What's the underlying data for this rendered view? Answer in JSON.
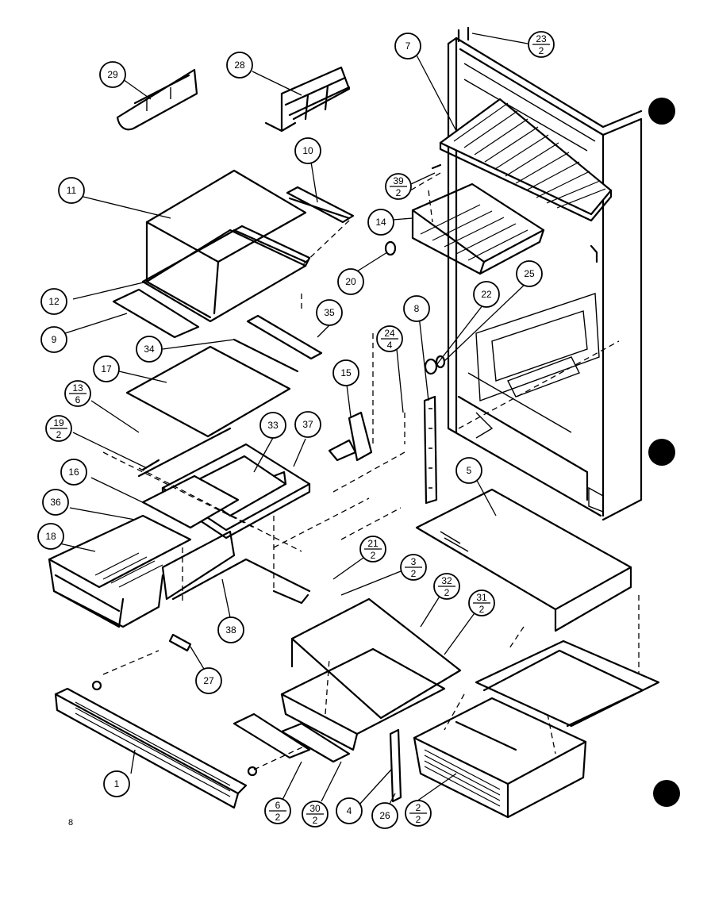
{
  "page_number": "8",
  "callouts": [
    {
      "id": "c-29",
      "num": "29"
    },
    {
      "id": "c-28",
      "num": "28"
    },
    {
      "id": "c-10",
      "num": "10"
    },
    {
      "id": "c-11",
      "num": "11"
    },
    {
      "id": "c-12",
      "num": "12"
    },
    {
      "id": "c-9",
      "num": "9"
    },
    {
      "id": "c-35",
      "num": "35"
    },
    {
      "id": "c-34",
      "num": "34"
    },
    {
      "id": "c-17",
      "num": "17"
    },
    {
      "id": "c-13-6",
      "num": "13",
      "den": "6"
    },
    {
      "id": "c-19-2",
      "num": "19",
      "den": "2"
    },
    {
      "id": "c-15",
      "num": "15"
    },
    {
      "id": "c-33",
      "num": "33"
    },
    {
      "id": "c-37",
      "num": "37"
    },
    {
      "id": "c-16",
      "num": "16"
    },
    {
      "id": "c-36",
      "num": "36"
    },
    {
      "id": "c-18",
      "num": "18"
    },
    {
      "id": "c-38",
      "num": "38"
    },
    {
      "id": "c-27",
      "num": "27"
    },
    {
      "id": "c-1",
      "num": "1"
    },
    {
      "id": "c-6-2",
      "num": "6",
      "den": "2"
    },
    {
      "id": "c-30-2",
      "num": "30",
      "den": "2"
    },
    {
      "id": "c-4",
      "num": "4"
    },
    {
      "id": "c-26",
      "num": "26"
    },
    {
      "id": "c-2-2",
      "num": "2",
      "den": "2"
    },
    {
      "id": "c-21-2",
      "num": "21",
      "den": "2"
    },
    {
      "id": "c-3-2",
      "num": "3",
      "den": "2"
    },
    {
      "id": "c-32-2",
      "num": "32",
      "den": "2"
    },
    {
      "id": "c-31-2",
      "num": "31",
      "den": "2"
    },
    {
      "id": "c-5",
      "num": "5"
    },
    {
      "id": "c-8",
      "num": "8"
    },
    {
      "id": "c-24-4",
      "num": "24",
      "den": "4"
    },
    {
      "id": "c-22",
      "num": "22"
    },
    {
      "id": "c-25",
      "num": "25"
    },
    {
      "id": "c-20",
      "num": "20"
    },
    {
      "id": "c-14",
      "num": "14"
    },
    {
      "id": "c-39-2",
      "num": "39",
      "den": "2"
    },
    {
      "id": "c-7",
      "num": "7"
    },
    {
      "id": "c-23-2",
      "num": "23",
      "den": "2"
    }
  ]
}
